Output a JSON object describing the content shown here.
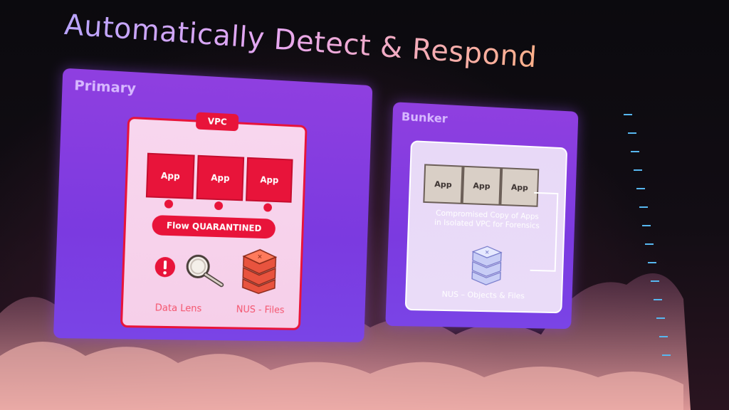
{
  "slide": {
    "title": "Automatically Detect & Respond"
  },
  "primary": {
    "label": "Primary",
    "vpc_label": "VPC",
    "apps": [
      "App",
      "App",
      "App"
    ],
    "flow_label": "Flow QUARANTINED",
    "icons": [
      {
        "name": "alert-icon",
        "caption": ""
      },
      {
        "name": "magnifier-icon",
        "caption": "Data Lens"
      },
      {
        "name": "storage-stack-icon",
        "caption": "NUS - Files"
      }
    ]
  },
  "bunker": {
    "label": "Bunker",
    "apps": [
      "App",
      "App",
      "App"
    ],
    "caption_line1": "Compromised Copy of Apps",
    "caption_line2": "in Isolated VPC for Forensics",
    "storage_caption": "NUS – Objects & Files"
  },
  "colors": {
    "accent_red": "#e8143a",
    "panel_purple": "#8a3fe3",
    "vpc_pink": "#f7d3ec",
    "bunker_lavender": "#e9daf8",
    "tick_blue": "#57b7f0"
  }
}
